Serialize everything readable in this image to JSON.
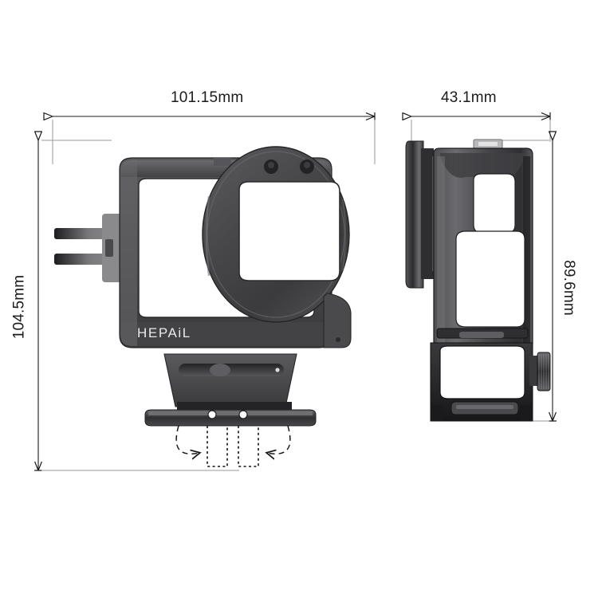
{
  "diagram": {
    "title": "HEPAiL action camera cage dimensioned drawing",
    "background_color": "#ffffff",
    "body_color": "#4c4c4e",
    "body_color_dark": "#2a2a2c",
    "line_color": "#1b1b1b"
  },
  "dimensions": {
    "width_front": {
      "value": "101.15mm",
      "orientation": "horizontal",
      "view": "front"
    },
    "height_front": {
      "value": "104.5mm",
      "orientation": "vertical",
      "view": "front"
    },
    "width_side": {
      "value": "43.1mm",
      "orientation": "horizontal",
      "view": "side"
    },
    "height_side": {
      "value": "89.6mm",
      "orientation": "vertical",
      "view": "side"
    }
  },
  "product": {
    "brand_text": "HEPAiL",
    "front_view": {
      "name": "front-view",
      "features": [
        "rectangular-cage-frame",
        "lens-filter-ring",
        "microphone-hole-left",
        "microphone-hole-right",
        "battery-door-prong-upper",
        "battery-door-prong-lower",
        "folding-tripod-mount",
        "mount-screw-hole-left",
        "mount-screw-hole-right"
      ]
    },
    "side_view": {
      "name": "side-view",
      "features": [
        "lens-filter-ring-profile",
        "cold-shoe-tab",
        "upper-cutout-window",
        "lower-cutout-window",
        "folding-mount-base",
        "knurled-thumbscrew-knob"
      ]
    },
    "annotation": {
      "fold_arrows": "folding-direction-arrows",
      "fold_outline": "folded-position-dotted-outline"
    }
  }
}
